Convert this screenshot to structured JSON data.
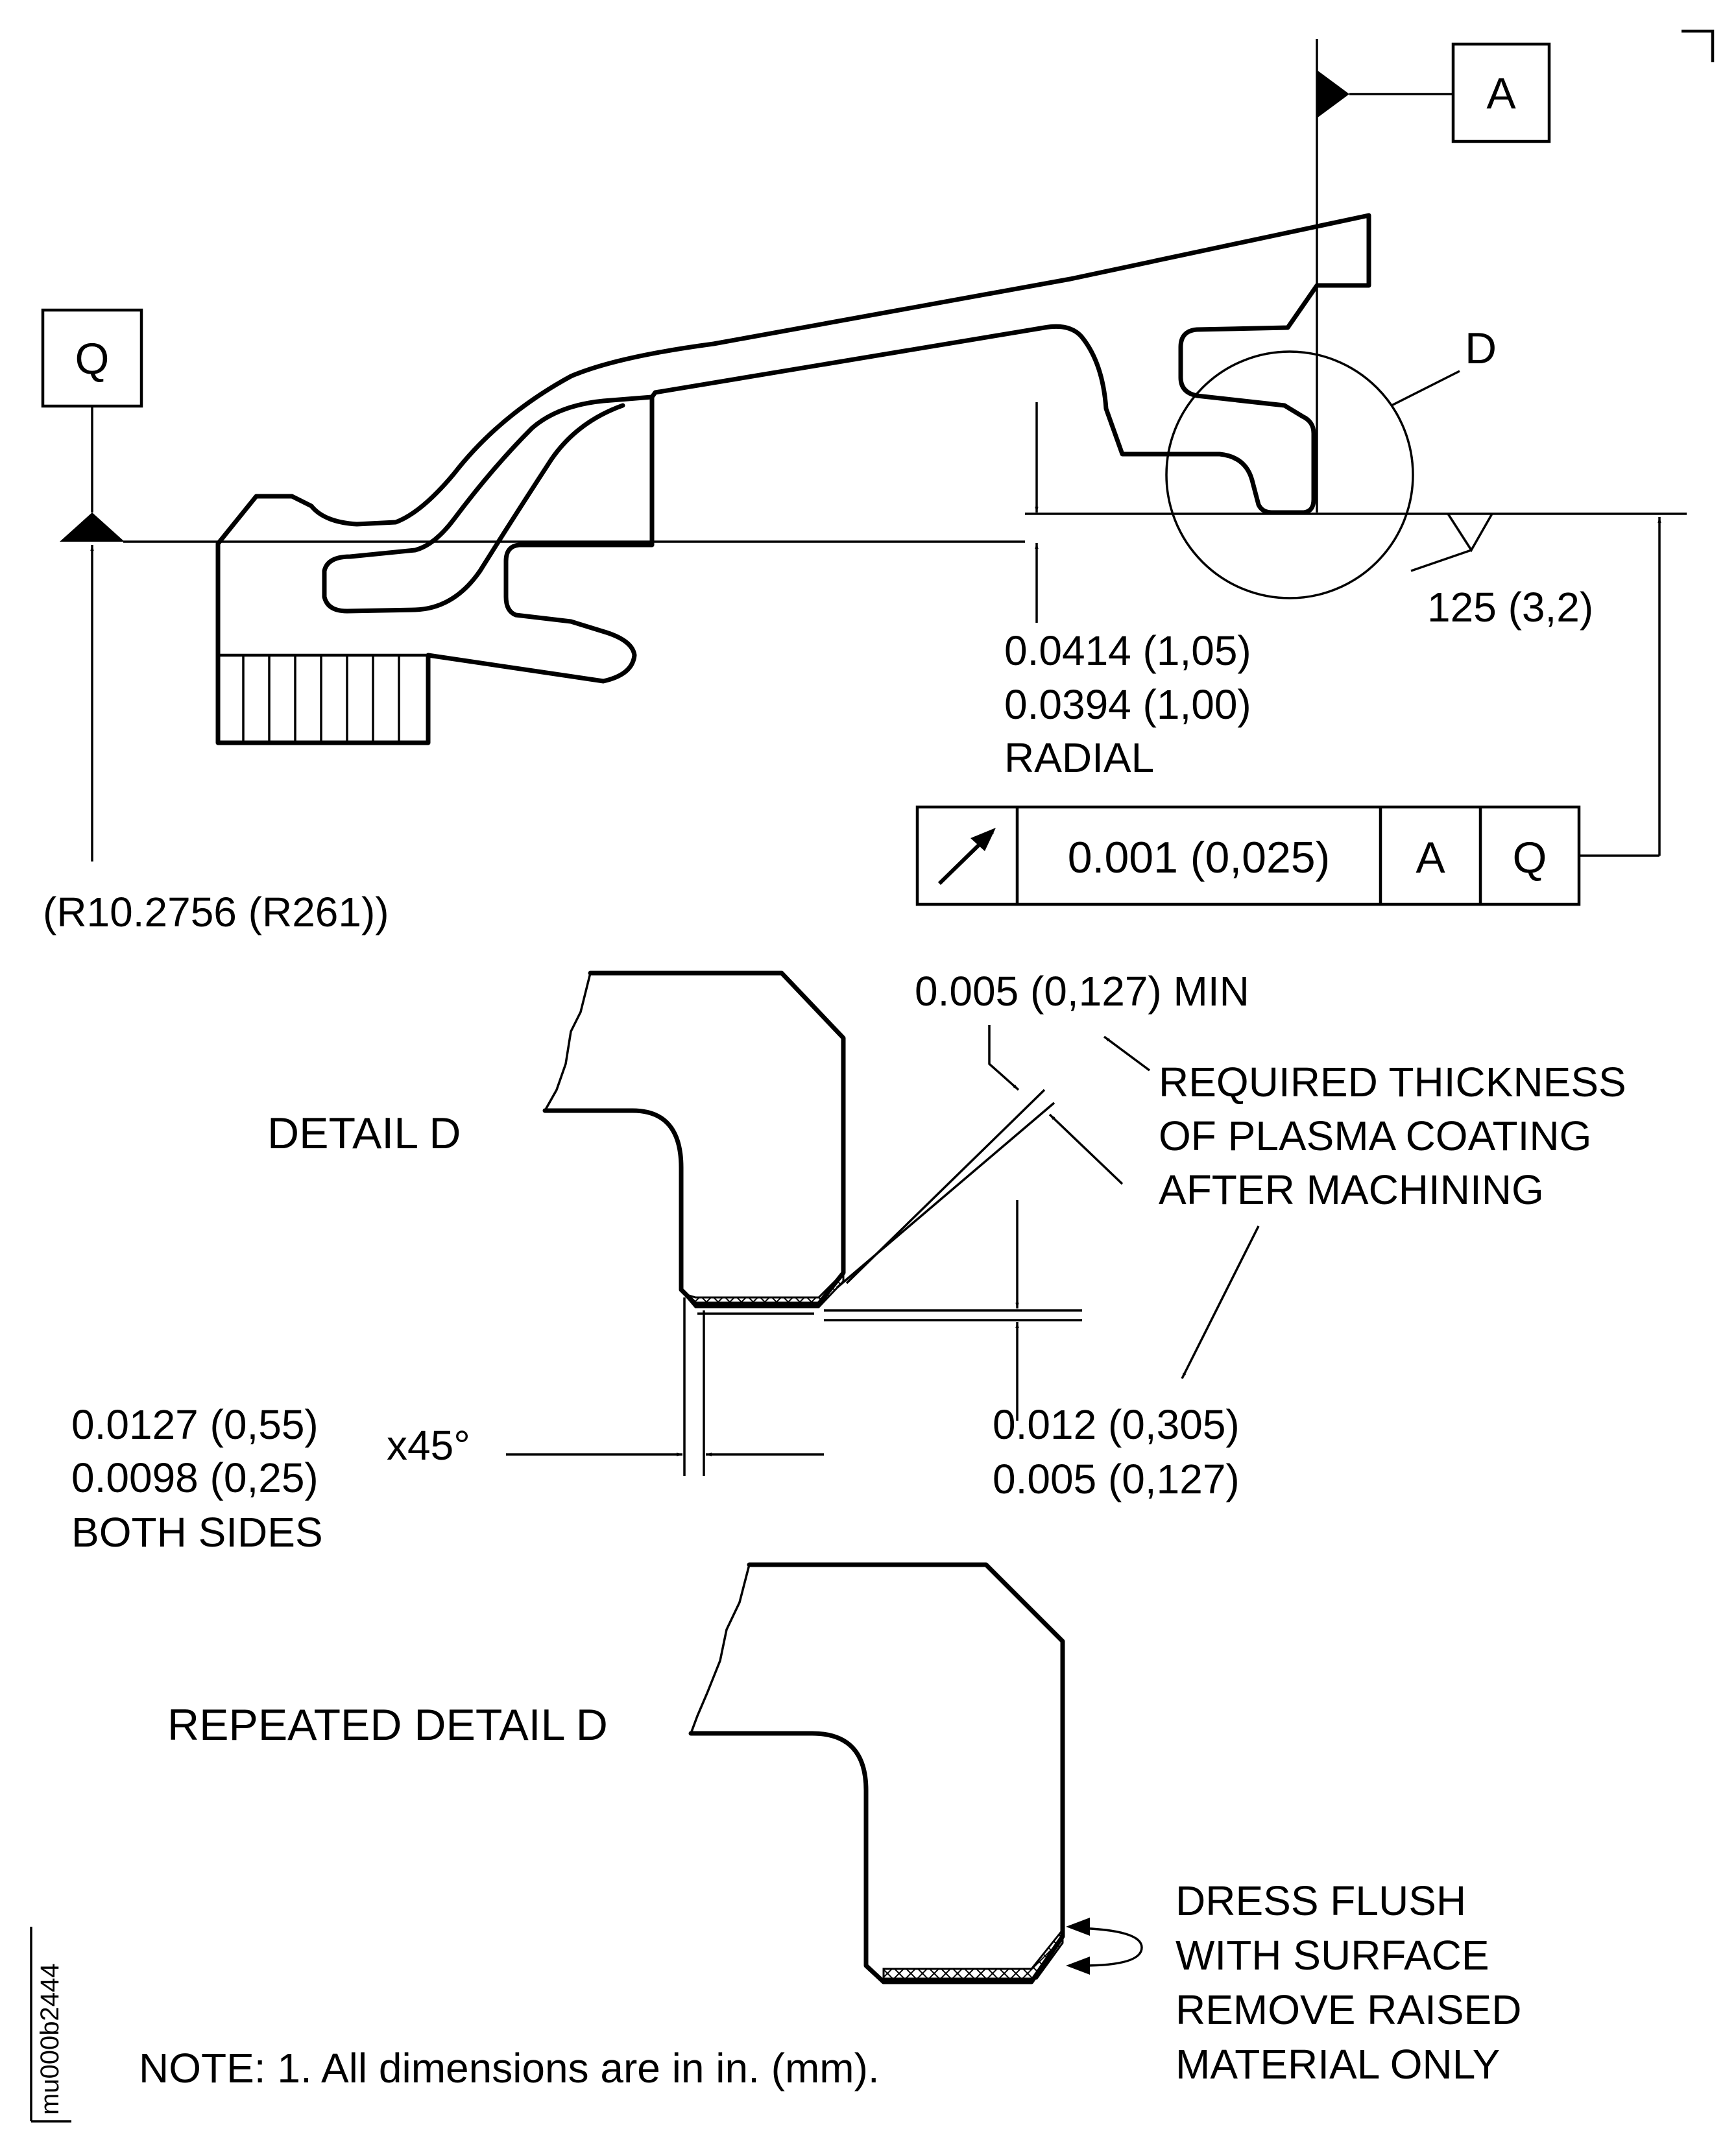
{
  "datum_a": "A",
  "datum_q": "Q",
  "detail_circle_label": "D",
  "radius_dim": "(R10.2756 (R261))",
  "radial_dim": [
    "0.0414 (1,05)",
    "0.0394 (1,00)",
    "RADIAL"
  ],
  "surface_finish": "125 (3,2)",
  "fcf": {
    "tolerance": "0.001 (0,025)",
    "datum1": "A",
    "datum2": "Q"
  },
  "detail_d": {
    "title": "DETAIL D",
    "min_thickness": "0.005 (0,127) MIN",
    "coating_note": [
      "REQUIRED THICKNESS",
      "OF PLASMA COATING",
      "AFTER MACHINING"
    ],
    "chamfer_dim": [
      "0.0127 (0,55)",
      "0.0098 (0,25)",
      "BOTH SIDES"
    ],
    "chamfer_angle": "x45°",
    "coating_dim": [
      "0.012 (0,305)",
      "0.005 (0,127)"
    ]
  },
  "repeated_detail": {
    "title": "REPEATED DETAIL D",
    "note": [
      "DRESS FLUSH",
      "WITH SURFACE",
      "REMOVE RAISED",
      "MATERIAL ONLY"
    ]
  },
  "note": "NOTE: 1. All dimensions are in in. (mm).",
  "figure_id": "mu000b2444"
}
